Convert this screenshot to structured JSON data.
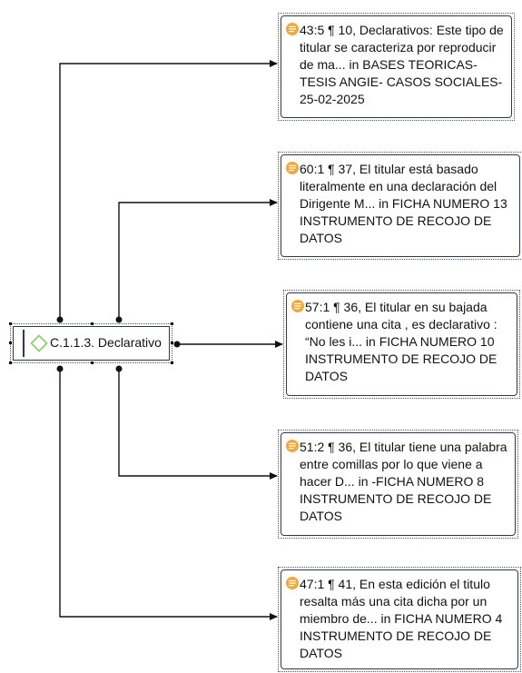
{
  "code": {
    "label": "C.1.1.3. Declarativo",
    "icon": "diamond-icon",
    "icon_color": "#8fcf6a"
  },
  "quotes": [
    {
      "ref": "43:5 ¶ 10, Declarativos: Este tipo de titular se caracteriza por reproducir de ma... in BASES TEORICAS- TESIS ANGIE- CASOS SOCIALES- 25-02-2025",
      "icon": "quotation-icon"
    },
    {
      "ref": "60:1 ¶ 37, El titular está basado literalmente en una declaración del Dirigente M... in FICHA NUMERO 13 INSTRUMENTO DE RECOJO DE DATOS",
      "icon": "quotation-icon"
    },
    {
      "ref": "57:1 ¶ 36, El titular en su bajada contiene una cita , es declarativo : “No les i... in FICHA NUMERO 10 INSTRUMENTO DE RECOJO DE DATOS",
      "icon": "quotation-icon"
    },
    {
      "ref": "51:2 ¶ 36, El titular tiene una palabra entre comillas por lo que viene a hacer D... in -FICHA NUMERO 8 INSTRUMENTO DE RECOJO DE DATOS",
      "icon": "quotation-icon"
    },
    {
      "ref": "47:1 ¶ 41, En esta edición el titulo resalta más una cita dicha por un miembro de... in FICHA NUMERO 4 INSTRUMENTO DE RECOJO DE DATOS",
      "icon": "quotation-icon"
    }
  ],
  "colors": {
    "line": "#111111",
    "border": "#2e3b4e",
    "quote_icon": "#f2a93b"
  }
}
